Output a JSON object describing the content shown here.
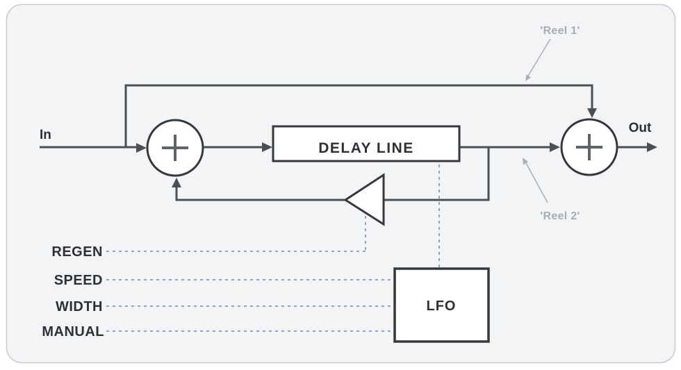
{
  "diagram": {
    "io": {
      "input": "In",
      "output": "Out"
    },
    "blocks": {
      "delay_line": "DELAY LINE",
      "lfo": "LFO"
    },
    "controls": [
      "REGEN",
      "SPEED",
      "WIDTH",
      "MANUAL"
    ],
    "annotations": [
      "'Reel 1'",
      "'Reel 2'"
    ],
    "colors": {
      "wire": "#4a5056",
      "shape_border": "#35393e",
      "control_dash": "#8fa3c2",
      "annotation_gray": "#a8adb3",
      "text": "#2d3135",
      "card_background": "#f3f4f6",
      "card_border": "#c7cbd0",
      "page_background": "#ffffff"
    }
  }
}
